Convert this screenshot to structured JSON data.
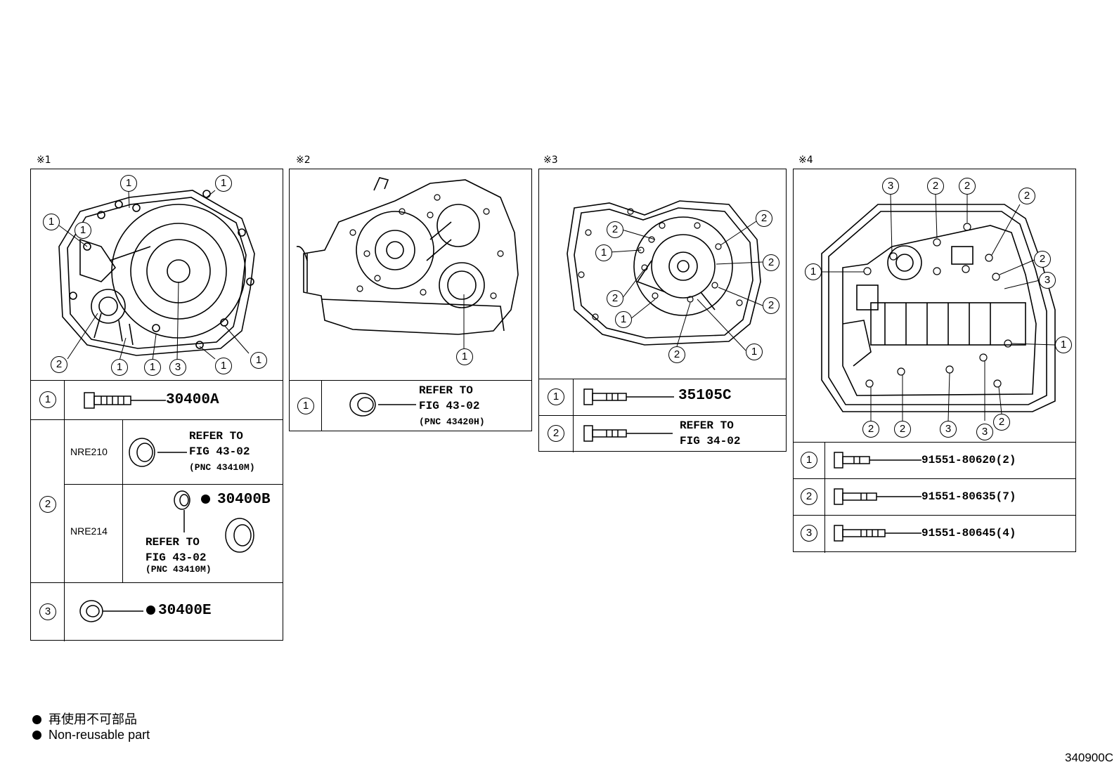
{
  "panels": [
    {
      "mark": "※1",
      "callouts": [
        "1",
        "1",
        "1",
        "1",
        "2",
        "1",
        "1",
        "3",
        "1",
        "1"
      ],
      "table": {
        "row1": {
          "num": "1",
          "part": "30400A"
        },
        "row2": {
          "num": "2",
          "sub1": {
            "model": "NRE210",
            "refer": "REFER TO\nFIG 43-02",
            "pnc": "(PNC 43410M)"
          },
          "sub2": {
            "model": "NRE214",
            "part": "30400B",
            "refer": "REFER TO\nFIG 43-02",
            "pnc": "(PNC 43410M)"
          }
        },
        "row3": {
          "num": "3",
          "part": "30400E"
        }
      }
    },
    {
      "mark": "※2",
      "callouts": [
        "1"
      ],
      "table": {
        "row1": {
          "num": "1",
          "refer": "REFER TO\nFIG 43-02",
          "pnc": "(PNC 43420H)"
        }
      }
    },
    {
      "mark": "※3",
      "callouts": [
        "2",
        "2",
        "1",
        "2",
        "2",
        "2",
        "1",
        "2",
        "1"
      ],
      "table": {
        "row1": {
          "num": "1",
          "part": "35105C"
        },
        "row2": {
          "num": "2",
          "refer": "REFER TO\nFIG 34-02"
        }
      }
    },
    {
      "mark": "※4",
      "callouts": [
        "3",
        "2",
        "2",
        "2",
        "1",
        "2",
        "3",
        "1",
        "2",
        "2",
        "3",
        "3",
        "2"
      ],
      "table": {
        "row1": {
          "num": "1",
          "part": "91551-80620(2)"
        },
        "row2": {
          "num": "2",
          "part": "91551-80635(7)"
        },
        "row3": {
          "num": "3",
          "part": "91551-80645(4)"
        }
      }
    }
  ],
  "legend": {
    "jp": "再使用不可部品",
    "en": "Non-reusable part"
  },
  "figure_code": "340900C"
}
